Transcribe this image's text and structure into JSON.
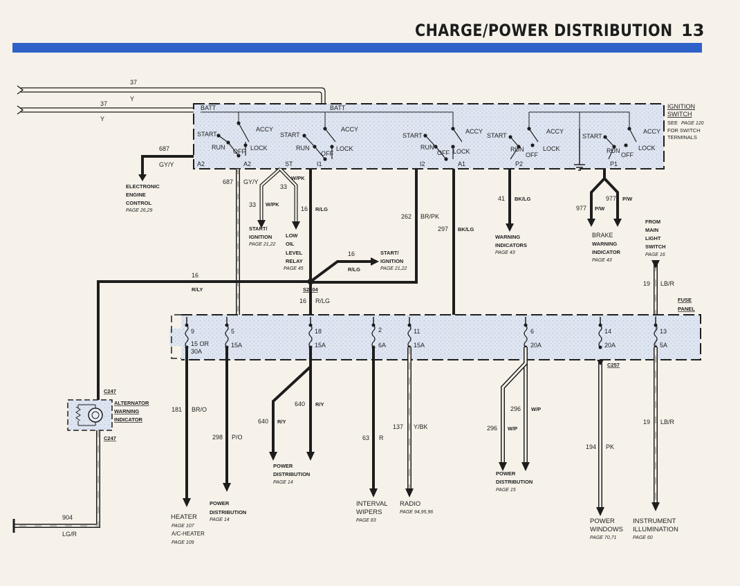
{
  "header": {
    "title": "CHARGE/POWER DISTRIBUTION",
    "page_number": "13"
  },
  "top_wires": {
    "w1_circuit": "37",
    "w1_color": "Y",
    "w2_circuit": "37",
    "w2_color": "Y"
  },
  "ignition_switch": {
    "title": "IGNITION",
    "title2": "SWITCH",
    "see_text": "SEE",
    "see_page": "PAGE 120",
    "note1": "FOR SWITCH",
    "note2": "TERMINALS",
    "batt": "BATT",
    "start": "START",
    "run": "RUN",
    "off": "OFF",
    "lock": "LOCK",
    "accy": "ACCY",
    "terminals": {
      "a2": "A2",
      "st": "ST",
      "i1": "I1",
      "i2": "I2",
      "a1": "A1",
      "p2": "P2",
      "p1": "P1"
    }
  },
  "eec": {
    "circuit": "687",
    "color": "GY/Y",
    "l1": "ELECTRONIC",
    "l2": "ENGINE",
    "l3": "CONTROL",
    "page": "PAGE 26,29"
  },
  "wires": {
    "w687": "687",
    "w687c": "GY/Y",
    "w33a": "33",
    "w33ac": "W/PK",
    "w33b": "33",
    "w33bc": "W/PK",
    "w16a": "16",
    "w16ac": "R/LG",
    "w16b": "16",
    "w16bc": "R/LG",
    "w16c": "16",
    "w16cc": "R/LY",
    "w16d": "16",
    "w16dc": "R/LG",
    "w262": "262",
    "w262c": "BR/PK",
    "w297": "297",
    "w297c": "BK/LG",
    "w41": "41",
    "w41c": "BK/LG",
    "w977a": "977",
    "w977ac": "P/W",
    "w977b": "977",
    "w977bc": "P/W",
    "w19a": "19",
    "w19ac": "LB/R",
    "w181": "181",
    "w181c": "BR/O",
    "w298a": "298",
    "w298ac": "P/O",
    "w640a": "640",
    "w640ac": "R/Y",
    "w640b": "640",
    "w640bc": "R/Y",
    "w63": "63",
    "w63c": "R",
    "w137": "137",
    "w137c": "Y/BK",
    "w296a": "296",
    "w296ac": "W/P",
    "w296b": "296",
    "w296bc": "W/P",
    "w194": "194",
    "w194c": "PK",
    "w19b": "19",
    "w19bc": "LB/R",
    "w904": "904",
    "w904c": "LG/R"
  },
  "splice": "S2004",
  "destinations": {
    "start1": {
      "l1": "START/",
      "l2": "IGNITION",
      "page": "PAGE 21,22"
    },
    "lowoil": {
      "l1": "LOW",
      "l2": "OIL",
      "l3": "LEVEL",
      "l4": "RELAY",
      "page": "PAGE 45"
    },
    "start2": {
      "l1": "START/",
      "l2": "IGNITION",
      "page": "PAGE 21,22"
    },
    "warning": {
      "l1": "WARNING",
      "l2": "INDICATORS",
      "page": "PAGE 43"
    },
    "brake": {
      "l1": "BRAKE",
      "l2": "WARNING",
      "l3": "INDICATOR",
      "page": "PAGE 43"
    },
    "mainlight": {
      "l1": "FROM",
      "l2": "MAIN",
      "l3": "LIGHT",
      "l4": "SWITCH",
      "page": "PAGE 16"
    },
    "heater": {
      "l1": "HEATER",
      "page1": "PAGE 107",
      "l2": "A/C-HEATER",
      "page2": "PAGE 109"
    },
    "pd14a": {
      "l1": "POWER",
      "l2": "DISTRIBUTION",
      "page": "PAGE 14"
    },
    "pd14b": {
      "l1": "POWER",
      "l2": "DISTRIBUTION",
      "page": "PAGE 14"
    },
    "wipers": {
      "l1": "INTERVAL",
      "l2": "WIPERS",
      "page": "PAGE 83"
    },
    "radio": {
      "l1": "RADIO",
      "page": "PAGE 94,95,96"
    },
    "pd15": {
      "l1": "POWER",
      "l2": "DISTRIBUTION",
      "page": "PAGE 15"
    },
    "windows": {
      "l1": "POWER",
      "l2": "WINDOWS",
      "page": "PAGE 70,71"
    },
    "instrument": {
      "l1": "INSTRUMENT",
      "l2": "ILLUMINATION",
      "page": "PAGE 60"
    }
  },
  "fuse_panel": {
    "title1": "FUSE",
    "title2": "PANEL",
    "fuses": [
      {
        "num": "9",
        "amps": "15 OR",
        "amps2": "30A"
      },
      {
        "num": "5",
        "amps": "15A"
      },
      {
        "num": "18",
        "amps": "15A"
      },
      {
        "num": "2",
        "amps": "6A"
      },
      {
        "num": "11",
        "amps": "15A"
      },
      {
        "num": "6",
        "amps": "20A"
      },
      {
        "num": "14",
        "amps": "20A"
      },
      {
        "num": "13",
        "amps": "5A"
      }
    ]
  },
  "alternator": {
    "connector1": "C247",
    "connector2": "C247",
    "l1": "ALTERNATOR",
    "l2": "WARNING",
    "l3": "INDICATOR"
  },
  "connector_c257": "C257",
  "colors": {
    "header_bar": "#2f62c8",
    "panel_fill": "#dde4ef",
    "wire": "#1d1d1d",
    "paper": "#f6f2ea"
  }
}
